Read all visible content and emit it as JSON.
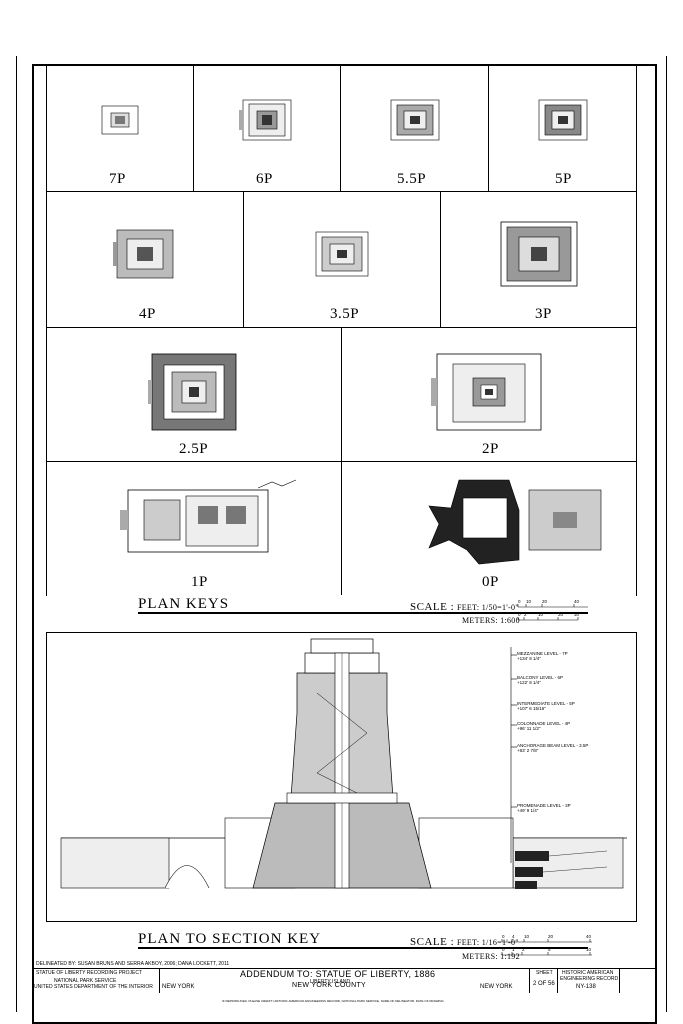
{
  "plan_keys": {
    "row1": [
      "7P",
      "6P",
      "5.5P",
      "5P"
    ],
    "row2": [
      "4P",
      "3.5P",
      "3P"
    ],
    "row3": [
      "2.5P",
      "2P"
    ],
    "row4": [
      "1P",
      "0P"
    ]
  },
  "plan_keys_title": "PLAN KEYS",
  "plan_keys_scale": {
    "label": "SCALE :",
    "feet": "FEET: 1/50=1'-0\"",
    "feet_ticks": [
      "0",
      "10",
      "20",
      "40"
    ],
    "meters": "METERS: 1:600",
    "meter_ticks": [
      "0",
      "2",
      "10",
      "20",
      "30"
    ]
  },
  "section_levels": [
    {
      "name": "MEZZANINE LEVEL - 7P",
      "elev": "+134' 8 1/4\""
    },
    {
      "name": "BALCONY LEVEL - 6P",
      "elev": "+122' 8 1/4\""
    },
    {
      "name": "INTERMEDIATE LEVEL - 5P",
      "elev": "+107' 6 15/16\""
    },
    {
      "name": "COLONNADE LEVEL - 4P",
      "elev": "+96' 11 1/2\""
    },
    {
      "name": "ANCHORAGE BEAM LEVEL - 3.5P",
      "elev": "+83' 2 7/8\""
    },
    {
      "name": "PROMENADE LEVEL - 3P",
      "elev": "+49' 9 1/4\""
    }
  ],
  "section_title": "PLAN TO SECTION KEY",
  "section_scale": {
    "label": "SCALE :",
    "feet": "FEET: 1/16=1'-0\"",
    "feet_ticks": [
      "0",
      "4",
      "10",
      "20",
      "40"
    ],
    "meters": "METERS: 1:192",
    "meter_ticks": [
      "0",
      "1",
      "2",
      "5",
      "10"
    ]
  },
  "title_block": {
    "delineated": "DELINEATED BY: SUSAN BRUNS AND SERRA AKBOY, 2006; DANA LOCKETT, 2011",
    "project": "STATUE OF LIBERTY RECORDING PROJECT",
    "agency1": "NATIONAL PARK SERVICE",
    "agency2": "UNITED STATES DEPARTMENT OF THE INTERIOR",
    "state_left": "NEW YORK",
    "title": "ADDENDUM TO: STATUE OF LIBERTY, 1886",
    "location": "LIBERTY ISLAND",
    "county": "NEW YORK COUNTY",
    "state_right": "NEW YORK",
    "sheet_label": "SHEET",
    "sheet_num": "2 OF 56",
    "record1": "HISTORIC AMERICAN",
    "record2": "ENGINEERING RECORD",
    "record_num": "NY-138",
    "footer": "IF REPRODUCED, PLEASE CREDIT: HISTORIC AMERICAN ENGINEERING RECORD, NATIONAL PARK SERVICE, NAME OF DELINEATOR, DATE OF DRAWING"
  }
}
